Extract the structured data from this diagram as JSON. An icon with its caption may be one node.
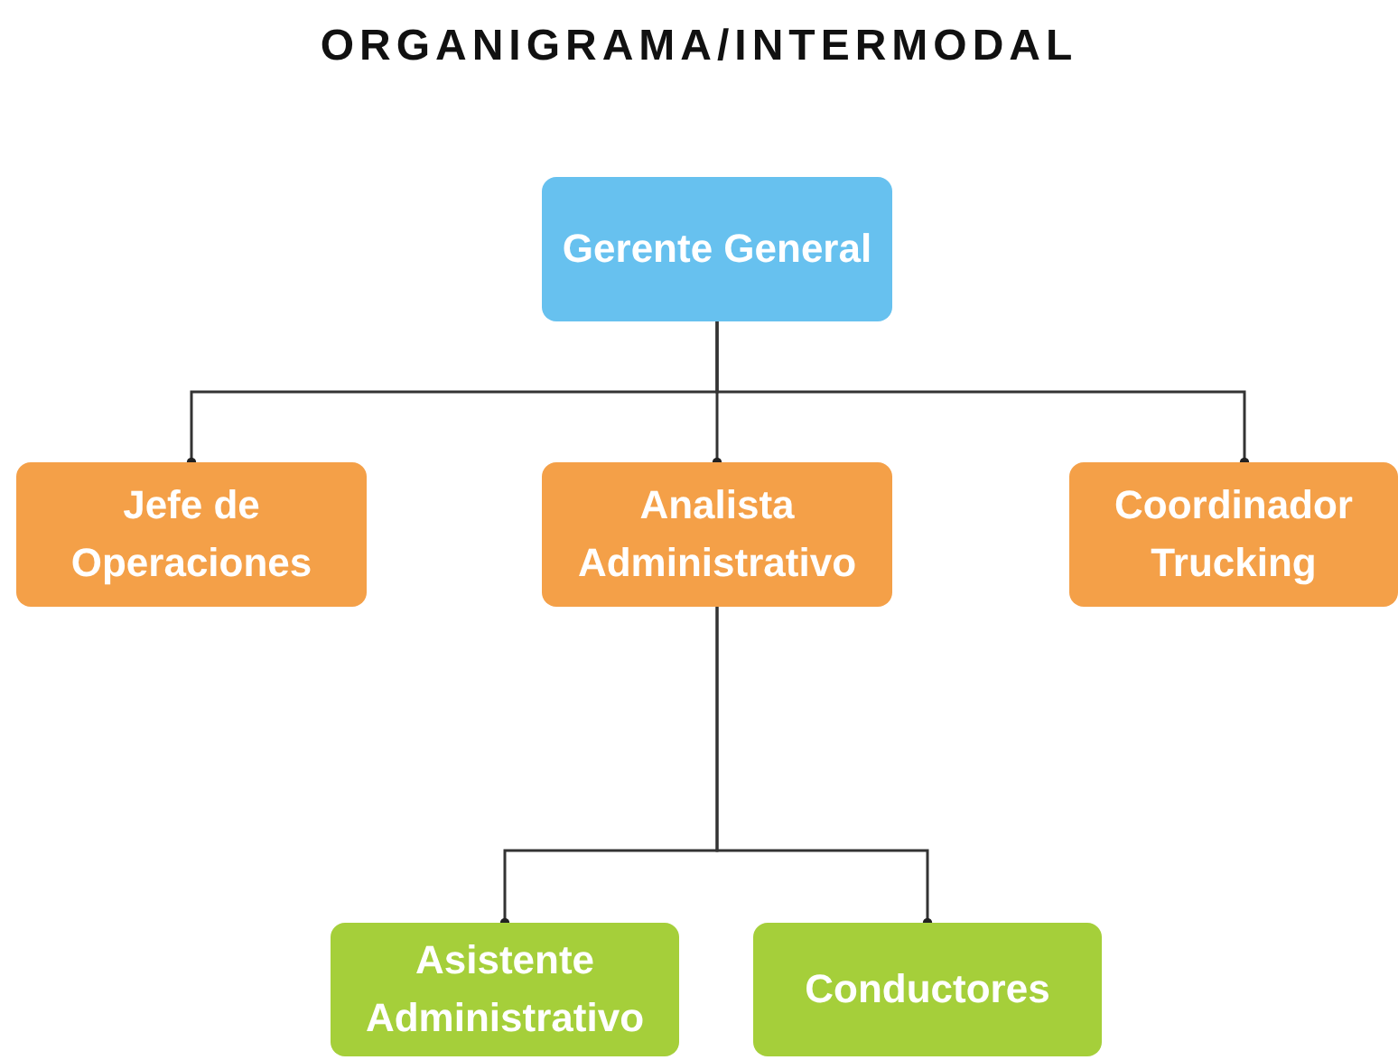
{
  "diagram": {
    "title": "ORGANIGRAMA/INTERMODAL",
    "nodes": [
      {
        "text": [
          "Gerente General"
        ]
      },
      {
        "text": [
          "Jefe de Operaciones"
        ]
      },
      {
        "text": [
          "Analista Administrativo"
        ]
      },
      {
        "text": [
          "Coordinador Trucking"
        ]
      },
      {
        "text": [
          "Asistente Administrativo"
        ]
      },
      {
        "text": [
          "Conductores"
        ]
      }
    ],
    "edges": [
      {
        "from": 0,
        "to": 1,
        "arrow": "other"
      },
      {
        "from": 0,
        "to": 2,
        "arrow": "other"
      },
      {
        "from": 0,
        "to": 3,
        "arrow": "other"
      },
      {
        "from": 2,
        "to": 4,
        "arrow": "other"
      },
      {
        "from": 2,
        "to": 5,
        "arrow": "other"
      }
    ]
  }
}
